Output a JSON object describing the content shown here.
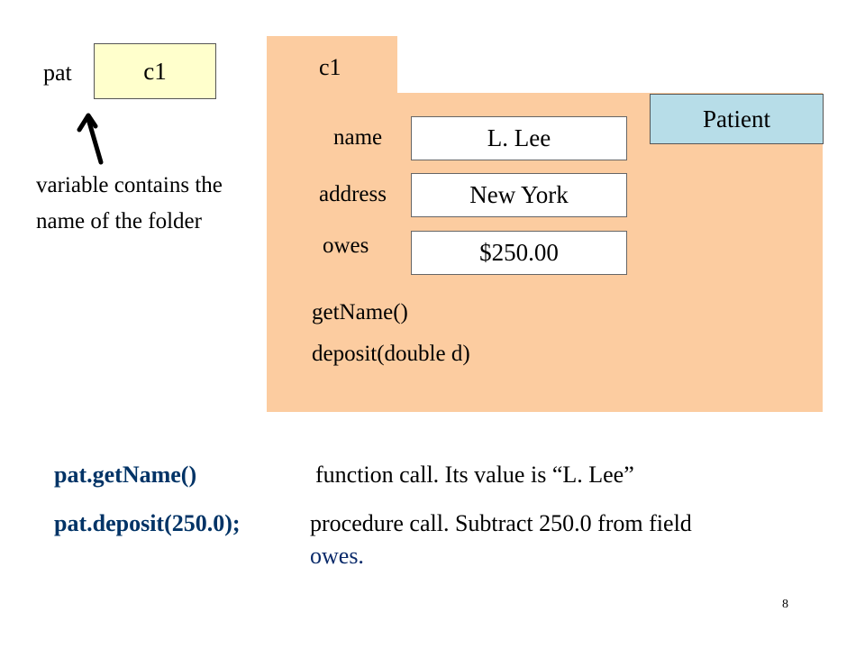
{
  "variable": {
    "name": "pat",
    "value": "c1",
    "note": "variable contains the name of the folder"
  },
  "folder": {
    "name": "c1",
    "class_name": "Patient",
    "fields": [
      {
        "label": "name",
        "value": "L. Lee"
      },
      {
        "label": "address",
        "value": "New York"
      },
      {
        "label": "owes",
        "value": "$250.00"
      }
    ],
    "methods": [
      "getName()",
      "deposit(double d)"
    ]
  },
  "calls": [
    {
      "expr": "pat.getName()",
      "desc": "function call. Its value is “L. Lee”",
      "desc_cont": ""
    },
    {
      "expr": "pat.deposit(250.0);",
      "desc": "procedure call. Subtract 250.0 from field",
      "desc_cont": "owes."
    }
  ],
  "page_number": "8",
  "colors": {
    "folder": "#fccca0",
    "variable_box": "#ffffcc",
    "class_box": "#b7dde8",
    "call_text": "#003366"
  }
}
